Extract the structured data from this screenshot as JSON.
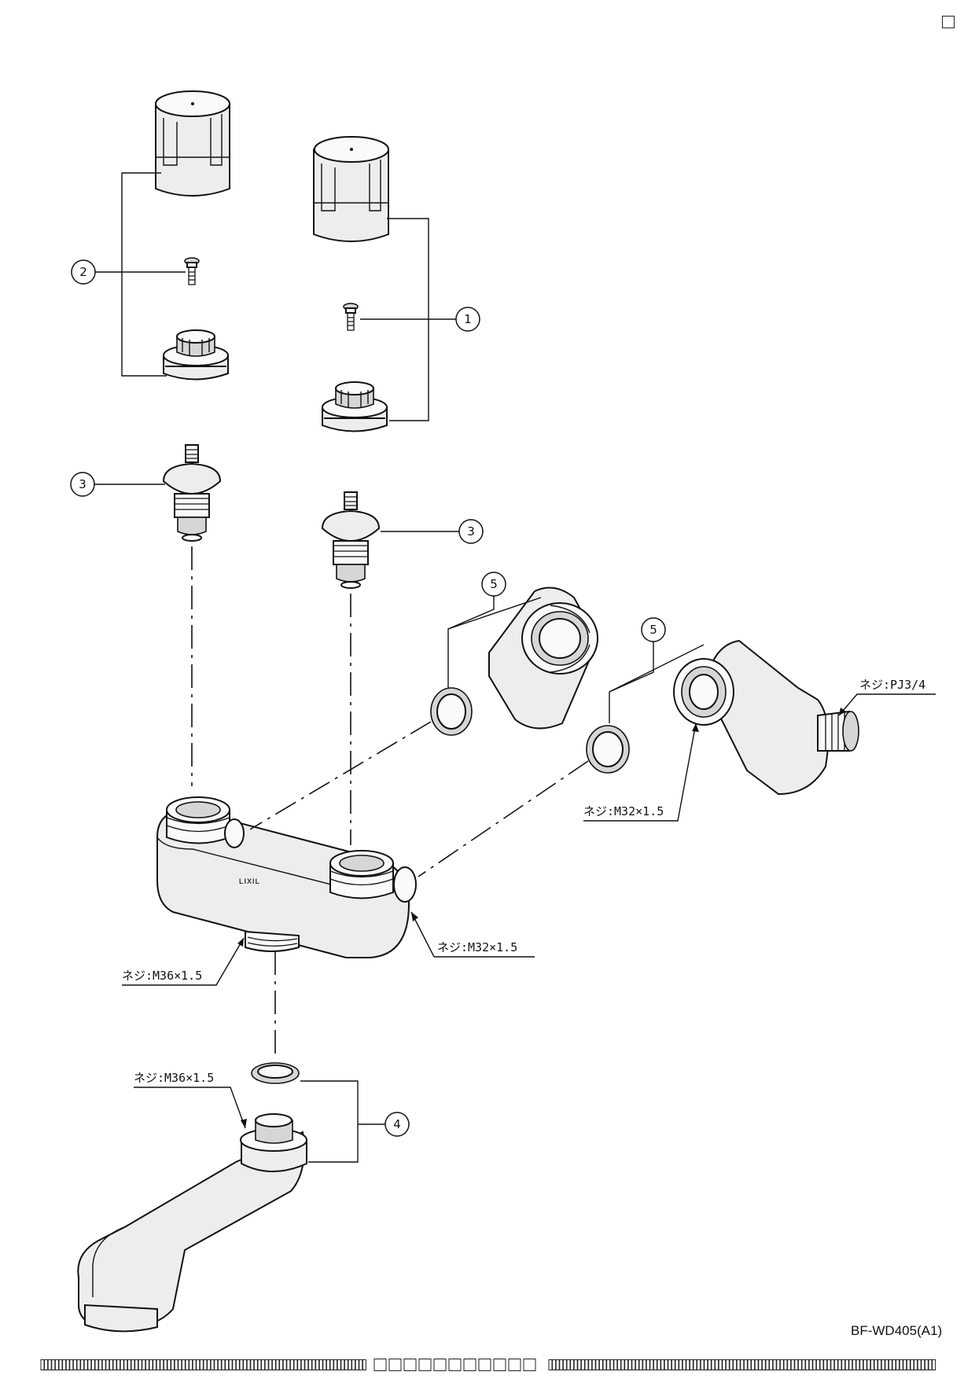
{
  "callouts": {
    "c1": "1",
    "c2": "2",
    "c3a": "3",
    "c3b": "3",
    "c4": "4",
    "c5a": "5",
    "c5b": "5"
  },
  "labels": {
    "pj34": "ネジ:PJ3/4",
    "m32_upper": "ネジ:M32×1.5",
    "m32_lower": "ネジ:M32×1.5",
    "m36_body": "ネジ:M36×1.5",
    "m36_spout": "ネジ:M36×1.5"
  },
  "brand": "LIXIL",
  "model_code": "BF-WD405(A1)"
}
